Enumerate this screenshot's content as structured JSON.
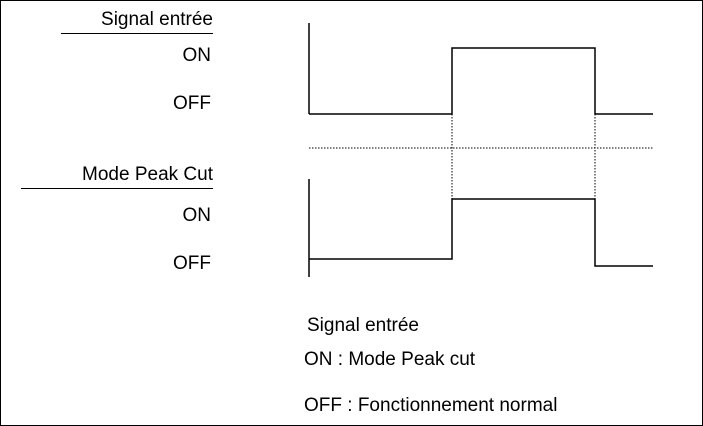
{
  "signal_section": {
    "title": "Signal entrée",
    "on_label": "ON",
    "off_label": "OFF"
  },
  "peak_cut_section": {
    "title": "Mode Peak Cut",
    "on_label": "ON",
    "off_label": "OFF"
  },
  "legend": {
    "title": "Signal entrée",
    "on_line": "ON : Mode Peak cut",
    "off_line": "OFF : Fonctionnement normal"
  },
  "colors": {
    "line": "#000000",
    "background": "#ffffff"
  }
}
